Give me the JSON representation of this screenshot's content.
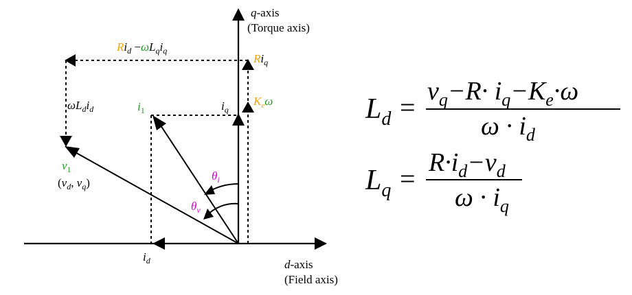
{
  "colors": {
    "ink": "#000000",
    "green": "#1f9a1f",
    "orange": "#f0a30a",
    "magenta": "#d000d0"
  },
  "axes": {
    "q_axis_var": "q",
    "q_axis_word": "-axis",
    "q_axis_note": "(Torque axis)",
    "d_axis_var": "d",
    "d_axis_word": "-axis",
    "d_axis_note": "(Field axis)"
  },
  "vectors": {
    "i1_main": "i",
    "i1_sub": "1",
    "v1_main": "v",
    "v1_sub": "1",
    "v1_paren_open": "(",
    "v1_vd_main": "v",
    "v1_vd_sub": "d",
    "v1_comma": ", ",
    "v1_vq_main": "v",
    "v1_vq_sub": "q",
    "v1_paren_close": ")",
    "iq_main": "i",
    "iq_sub": "q",
    "id_main": "i",
    "id_sub": "d"
  },
  "drops": {
    "Ri_q": {
      "R": "R",
      "i": "i",
      "sub": "q"
    },
    "Ke_omega": {
      "K": "K",
      "sub": "e",
      "omega": "ω"
    },
    "top": {
      "R": "R",
      "i1": "i",
      "sub1": "d",
      "minus": " −",
      "omega": "ω",
      "L": "L",
      "subL": "q",
      "i2": "i",
      "sub2": "q"
    },
    "left": {
      "omega": "ω",
      "L": "L",
      "subL": "d",
      "i": "i",
      "sub": "d"
    }
  },
  "angles": {
    "theta_i": {
      "theta": "θ",
      "sub": "i"
    },
    "theta_v": {
      "theta": "θ",
      "sub": "v"
    }
  },
  "formulas": {
    "Ld": {
      "lhs_main": "L",
      "lhs_sub": "d",
      "eq": "=",
      "num": [
        {
          "t": "v",
          "s": "q"
        },
        {
          "t": "−R·",
          "s": ""
        },
        {
          "t": " i",
          "s": "q"
        },
        {
          "t": "−K",
          "s": "e"
        },
        {
          "t": "·ω",
          "s": ""
        }
      ],
      "den": [
        {
          "t": "ω",
          "s": ""
        },
        {
          "t": " · i",
          "s": "d"
        }
      ]
    },
    "Lq": {
      "lhs_main": "L",
      "lhs_sub": "q",
      "eq": "=",
      "num": [
        {
          "t": "R·i",
          "s": "d"
        },
        {
          "t": "−v",
          "s": "d"
        }
      ],
      "den": [
        {
          "t": "ω",
          "s": ""
        },
        {
          "t": " · i",
          "s": "q"
        }
      ]
    }
  }
}
